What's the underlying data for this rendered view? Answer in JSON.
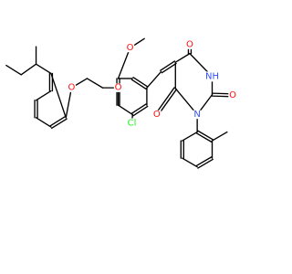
{
  "colors": {
    "O": "#ff0d0d",
    "N": "#3050f8",
    "Cl": "#1ff01f",
    "bond": "#000000",
    "background": "#ffffff"
  },
  "atom_labels": {
    "O_methoxy": "O",
    "O_ether_aryl": "O",
    "O_ether_link": "O",
    "Cl": "Cl",
    "O_carbonyl_top": "O",
    "O_carbonyl_right": "O",
    "O_carbonyl_left": "O",
    "NH": "NH",
    "N": "N"
  }
}
